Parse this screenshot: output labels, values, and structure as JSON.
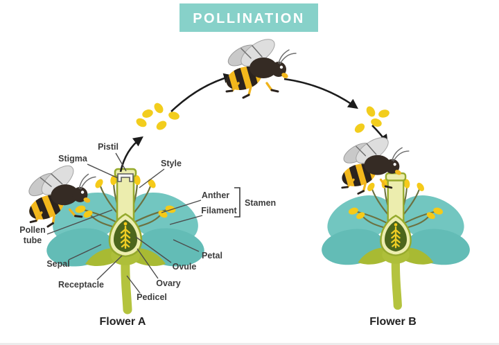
{
  "title": "POLLINATION",
  "flower_a": {
    "caption": "Flower A",
    "labels": {
      "pistil": "Pistil",
      "stigma": "Stigma",
      "style": "Style",
      "anther": "Anther",
      "filament": "Filament",
      "stamen": "Stamen",
      "pollen_tube": [
        "Pollen",
        "tube"
      ],
      "sepal": "Sepal",
      "petal": "Petal",
      "ovule": "Ovule",
      "ovary": "Ovary",
      "receptacle": "Receptacle",
      "pedicel": "Pedicel"
    }
  },
  "flower_b": {
    "caption": "Flower B"
  },
  "icons": {
    "bees": [
      "bee-icon-left",
      "bee-icon-top",
      "bee-icon-right"
    ],
    "pollen_clusters": [
      "pollen-cluster-left",
      "pollen-cluster-right"
    ],
    "arrows": [
      "pollen-arrow-up",
      "pollen-arrow-to-bee",
      "pollen-arrow-down",
      "pollen-arrow-to-flower-b"
    ]
  },
  "colors": {
    "banner": "#87d1c9",
    "petal": "#72c6c0",
    "sepal": "#a8ba33",
    "pistil": "#ecedae",
    "ovary": "#4c661c",
    "ovule": "#f0cd25",
    "anther": "#f5ca19",
    "bee_body": "#352b24",
    "bee_stripe": "#f3b81c",
    "pollen": "#f2cd1d",
    "arrow": "#1c1c1c",
    "label_text": "#3c3c3c"
  }
}
